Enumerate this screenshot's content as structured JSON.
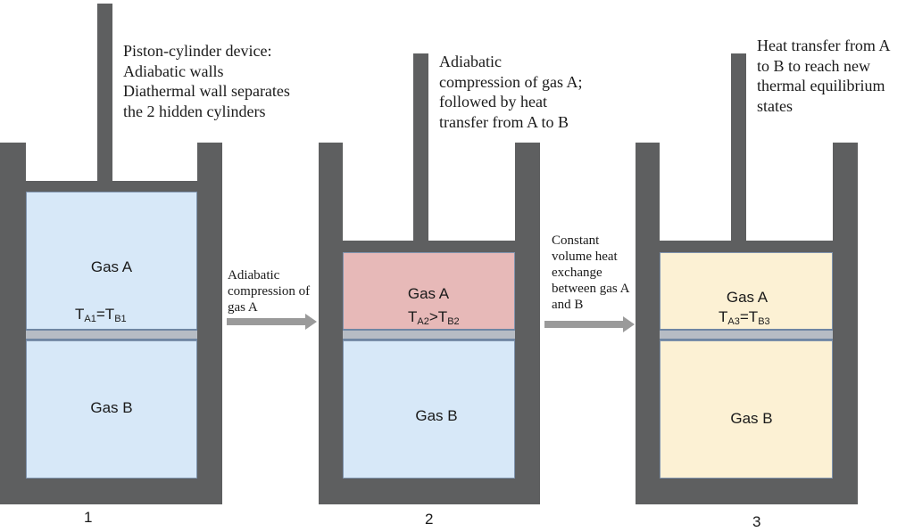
{
  "panels": [
    {
      "number": "1",
      "caption_lines": [
        "Piston-cylinder device:",
        "Adiabatic walls",
        "Diathermal wall separates",
        "the 2 hidden cylinders"
      ],
      "gas_a_label": "Gas A",
      "gas_b_label": "Gas B",
      "temp": {
        "t1": "T",
        "s1": "A1",
        "rel": "=",
        "t2": "T",
        "s2": "B1"
      },
      "gas_a_color": "#d7e8f8",
      "gas_b_color": "#d7e8f8"
    },
    {
      "number": "2",
      "caption_lines": [
        "Adiabatic",
        "compression of gas A;",
        "followed by heat",
        "transfer from A to B"
      ],
      "gas_a_label": "Gas A",
      "gas_b_label": "Gas B",
      "temp": {
        "t1": "T",
        "s1": "A2",
        "rel": ">",
        "t2": "T",
        "s2": "B2"
      },
      "gas_a_color": "#e7b9b8",
      "gas_b_color": "#d7e8f8"
    },
    {
      "number": "3",
      "caption_lines": [
        "Heat transfer from A",
        "to B to reach new",
        "thermal equilibrium",
        "states"
      ],
      "gas_a_label": "Gas A",
      "gas_b_label": "Gas B",
      "temp": {
        "t1": "T",
        "s1": "A3",
        "rel": "=",
        "t2": "T",
        "s2": "B3"
      },
      "gas_a_color": "#fcf1d4",
      "gas_b_color": "#fcf1d4"
    }
  ],
  "arrows": [
    {
      "caption_lines": [
        "Adiabatic",
        "compression of",
        "gas A"
      ]
    },
    {
      "caption_lines": [
        "Constant",
        "volume heat",
        "exchange",
        "between gas A",
        "and B"
      ]
    }
  ],
  "colors": {
    "wall": "#5e5f60",
    "arrow": "#9a9a9a",
    "divider": "#b6bcc4"
  }
}
